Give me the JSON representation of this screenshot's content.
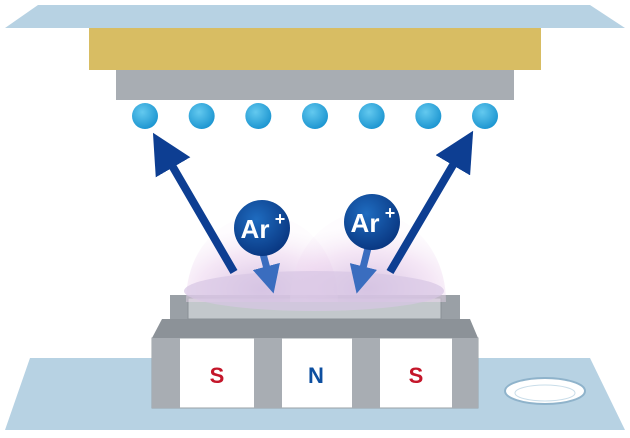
{
  "colors": {
    "plate": "#b7d2e3",
    "target_gold": "#d8bd63",
    "backing_gray": "#a8adb3",
    "atom": "#2aa6dd",
    "arrow": "#0d3e92",
    "ion_circle": "#0d4fa0",
    "plasma": "#e9c8ea",
    "magnet_south": "#c4162a",
    "magnet_north": "#0d4fa0"
  },
  "ions": [
    {
      "label": "Ar",
      "charge": "+"
    },
    {
      "label": "Ar",
      "charge": "+"
    }
  ],
  "magnets": [
    {
      "label": "S",
      "pole": "south"
    },
    {
      "label": "N",
      "pole": "north"
    },
    {
      "label": "S",
      "pole": "south"
    }
  ],
  "atom_count": 7
}
